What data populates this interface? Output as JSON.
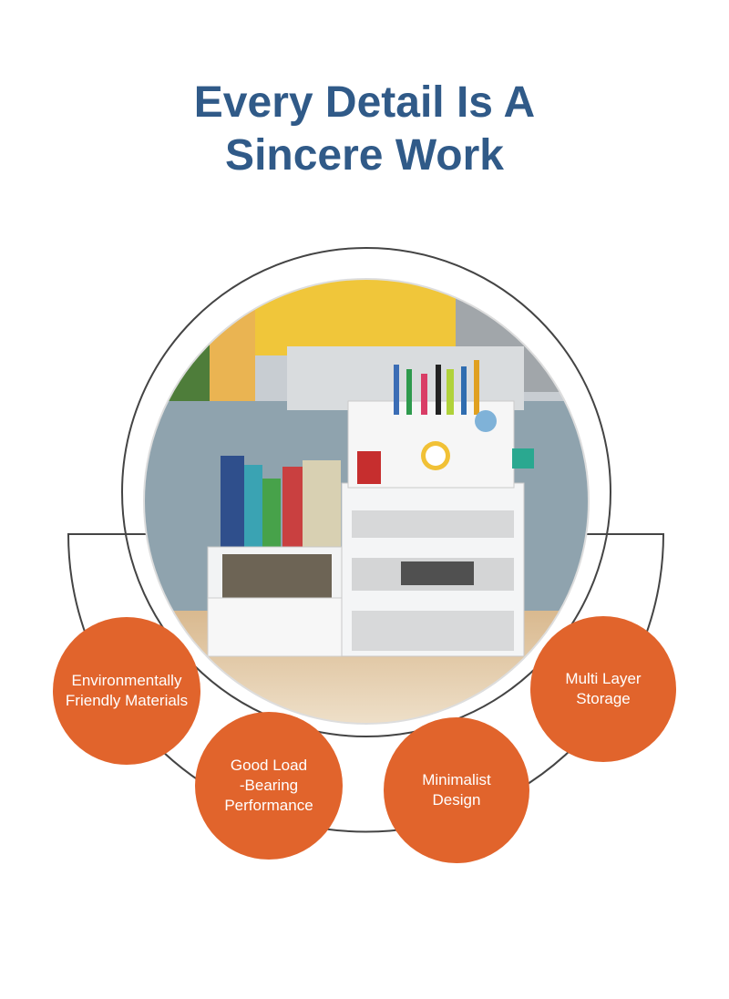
{
  "title": {
    "line1": "Every Detail Is A",
    "line2": "Sincere Work"
  },
  "features": [
    {
      "line1": "Environmentally",
      "line2": "Friendly Materials"
    },
    {
      "line1": "Good Load",
      "line2": "-Bearing",
      "line3": "Performance"
    },
    {
      "line1": "Minimalist",
      "line2": "Design"
    },
    {
      "line1": "Multi Layer",
      "line2": "Storage"
    }
  ],
  "colors": {
    "title": "#305a88",
    "bubble": "#e1642c",
    "outline": "#444444"
  },
  "product_photo": "white desk organizer with file holders, drawers and pen cups"
}
